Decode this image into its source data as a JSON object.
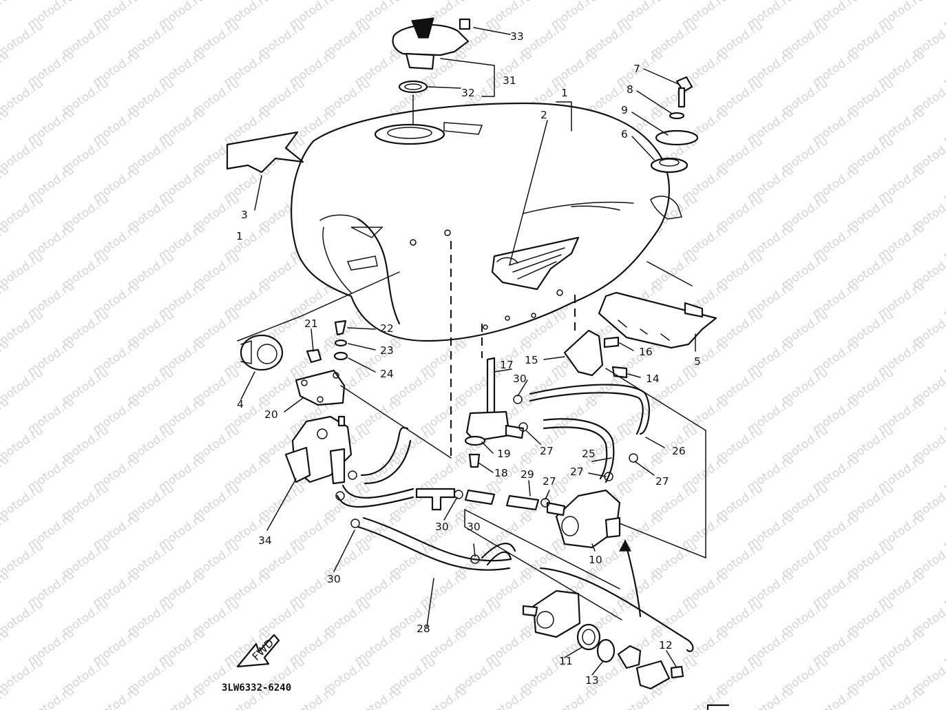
{
  "diagram": {
    "watermark_text": "motod.ru",
    "drawing_code": "3LW6332-6240",
    "fwd_label": "FWD",
    "part_numbers": {
      "p1a": "1",
      "p1b": "1",
      "p2": "2",
      "p3": "3",
      "p4": "4",
      "p5": "5",
      "p6": "6",
      "p7": "7",
      "p8": "8",
      "p9": "9",
      "p10": "10",
      "p11": "11",
      "p12": "12",
      "p13": "13",
      "p14": "14",
      "p15": "15",
      "p16": "16",
      "p17": "17",
      "p18": "18",
      "p19": "19",
      "p20": "20",
      "p21": "21",
      "p22": "22",
      "p23": "23",
      "p24": "24",
      "p25": "25",
      "p26": "26",
      "p27a": "27",
      "p27b": "27",
      "p27c": "27",
      "p27d": "27",
      "p28": "28",
      "p29": "29",
      "p30a": "30",
      "p30b": "30",
      "p30c": "30",
      "p30d": "30",
      "p31": "31",
      "p32": "32",
      "p33": "33",
      "p34": "34"
    }
  }
}
